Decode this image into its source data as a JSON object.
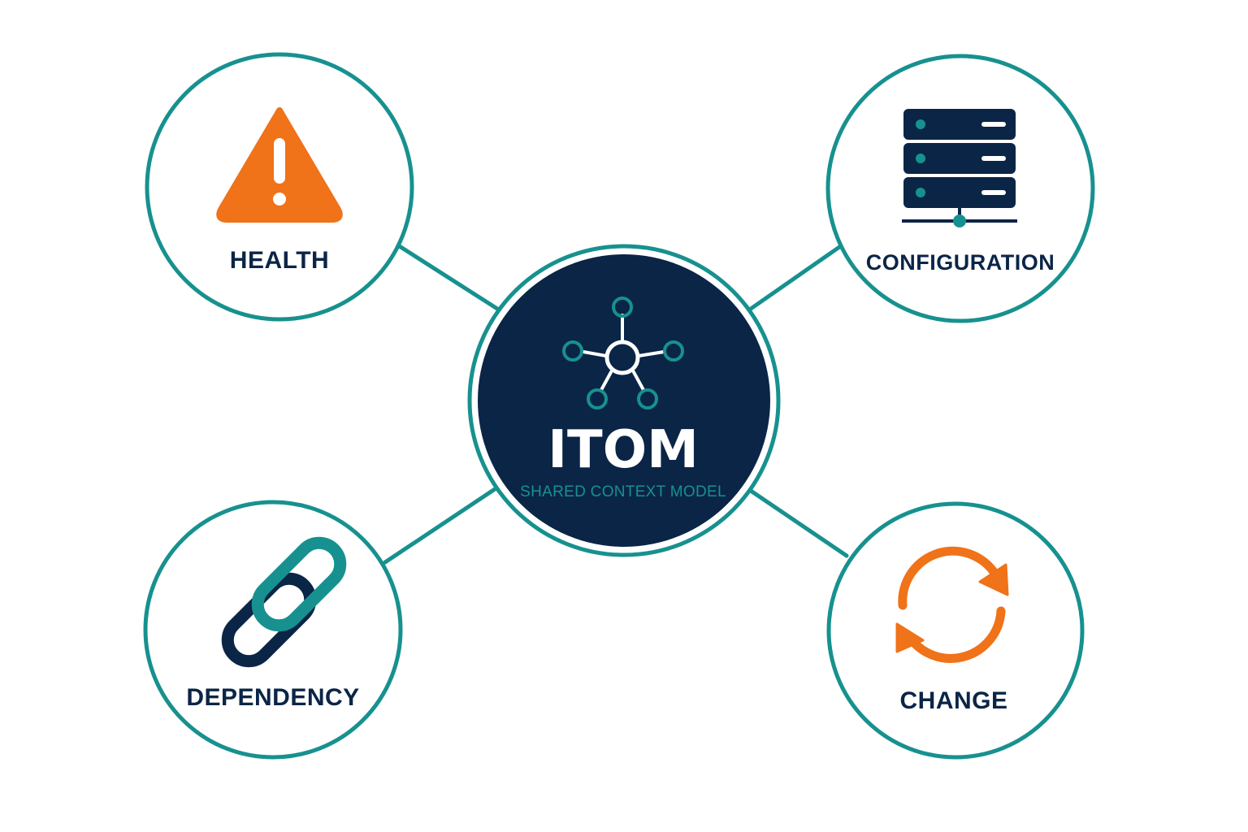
{
  "colors": {
    "teal": "#17918f",
    "navy": "#0b2547",
    "orange": "#f07219",
    "white": "#ffffff"
  },
  "hub": {
    "title": "ITOM",
    "subtitle": "SHARED CONTEXT MODEL",
    "icon": "network-hub-icon"
  },
  "nodes": {
    "health": {
      "label": "HEALTH",
      "icon": "warning-triangle-icon"
    },
    "configuration": {
      "label": "CONFIGURATION",
      "icon": "server-rack-icon"
    },
    "dependency": {
      "label": "DEPENDENCY",
      "icon": "chain-link-icon"
    },
    "change": {
      "label": "CHANGE",
      "icon": "refresh-arrows-icon"
    }
  }
}
